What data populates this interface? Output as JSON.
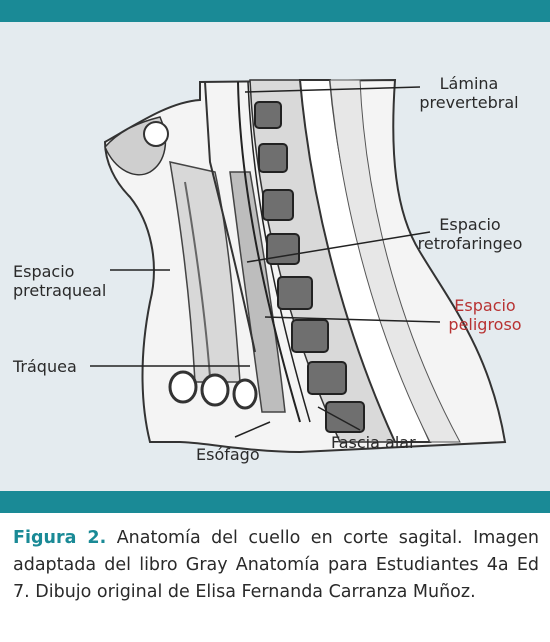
{
  "labels": {
    "lamina_prevertebral": [
      "Lámina",
      "prevertebral"
    ],
    "espacio_retrofaringeo": [
      "Espacio",
      "retrofaringeo"
    ],
    "espacio_peligroso": [
      "Espacio",
      "peligroso"
    ],
    "espacio_pretraqueal": [
      "Espacio",
      "pretraqueal"
    ],
    "traquea": "Tráquea",
    "esofago": "Esófago",
    "fascia_alar": "Fascia alar"
  },
  "caption": {
    "figure": "Figura 2.",
    "text": " Anatomía del cuello en corte sagital. Imagen adaptada del libro Gray Anatomía para Estudiantes 4a Ed 7. Dibujo original de Elisa Fernanda Carranza Muñoz."
  },
  "colors": {
    "accent": "#1a8a96",
    "panel": "#e4ebef",
    "highlight_label": "#b83333"
  }
}
